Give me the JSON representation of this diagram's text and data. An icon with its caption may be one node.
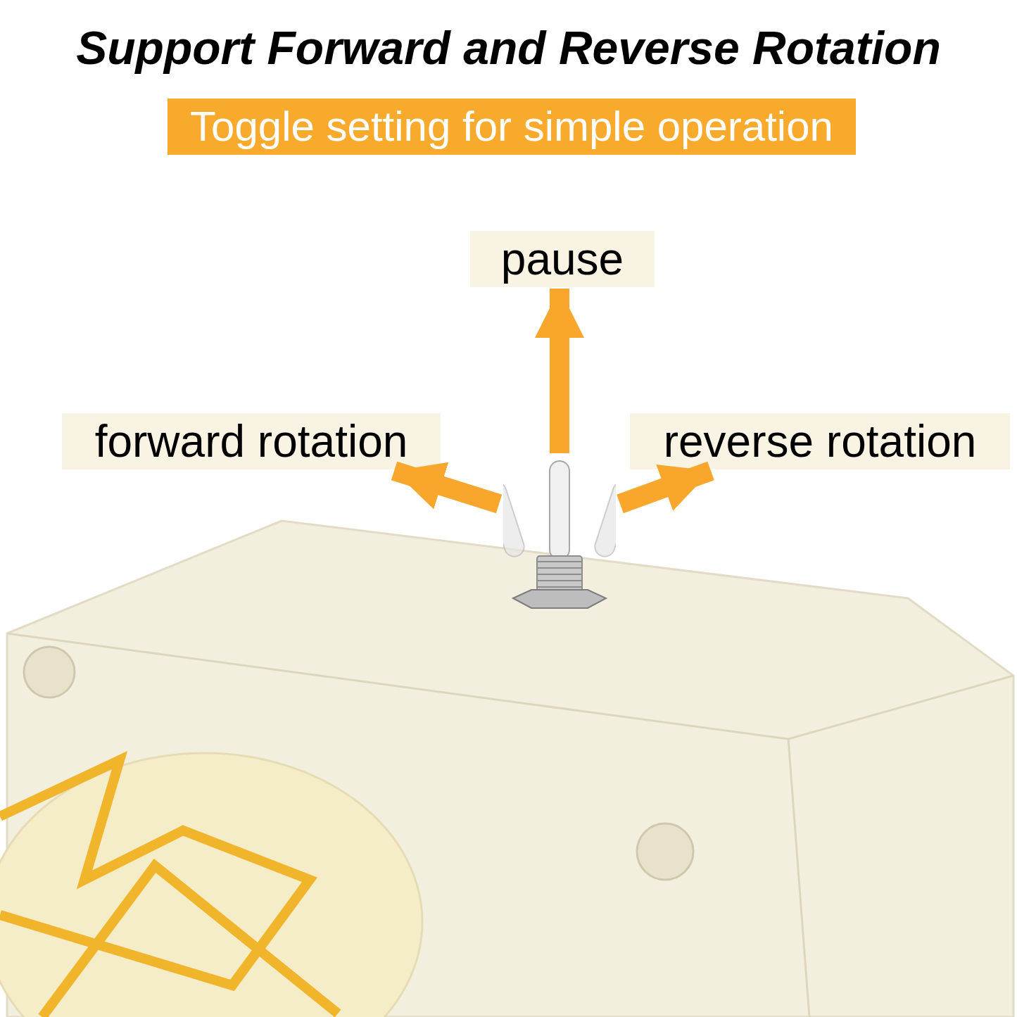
{
  "diagram": {
    "title": "Support Forward and Reverse Rotation",
    "nodes": [
      {
        "text": [
          "pause"
        ]
      },
      {
        "text": [
          "forward rotation"
        ]
      },
      {
        "text": [
          "reverse rotation"
        ]
      },
      {
        "text": [],
        "shape": "picture"
      }
    ],
    "edges": [
      {
        "from": 3,
        "to": 0,
        "arrow": "to"
      },
      {
        "from": 3,
        "to": 1,
        "arrow": "to"
      },
      {
        "from": 3,
        "to": 2,
        "arrow": "to"
      }
    ],
    "labels": [
      "Toggle setting for simple operation"
    ]
  }
}
